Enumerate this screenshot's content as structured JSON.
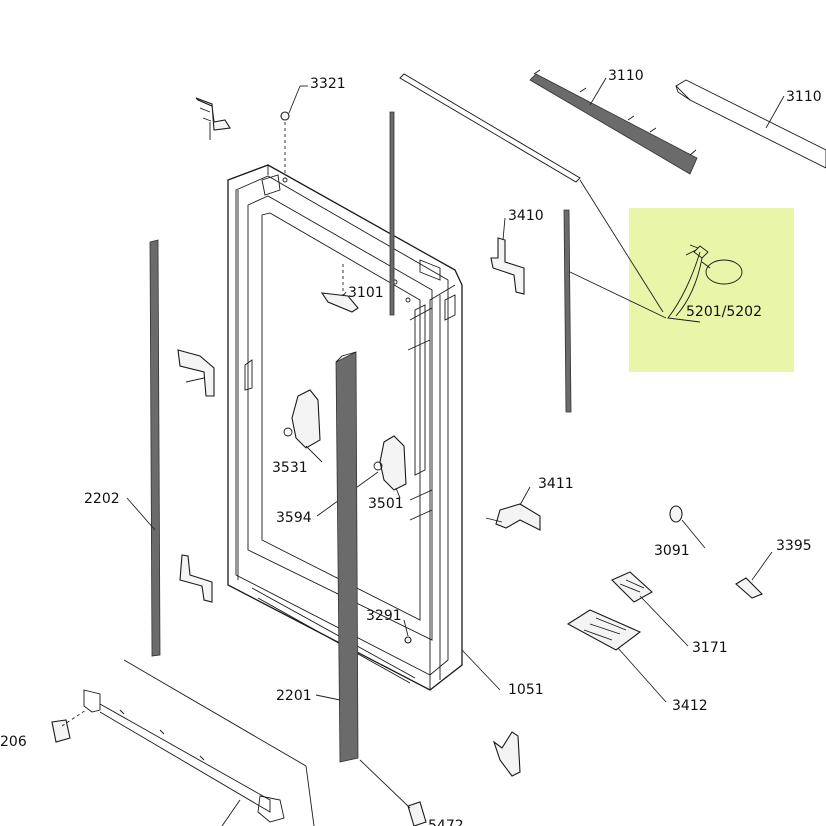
{
  "colors": {
    "highlight": "#e9f5a8",
    "line": "#1a1a1a",
    "background": "#ffffff"
  },
  "highlighted_part": "5201/5202",
  "labels": {
    "p3321": "3321",
    "p3110a": "3110",
    "p3110b": "3110",
    "p3410": "3410",
    "p5201": "5201/5202",
    "p3101": "3101",
    "p3531": "3531",
    "p3594": "3594",
    "p3501": "3501",
    "p2202": "2202",
    "p3411": "3411",
    "p3091": "3091",
    "p3395": "3395",
    "p3291": "3291",
    "p3171": "3171",
    "p2201": "2201",
    "p1051": "1051",
    "p3412": "3412",
    "p206": "206",
    "p5472": "5472"
  }
}
